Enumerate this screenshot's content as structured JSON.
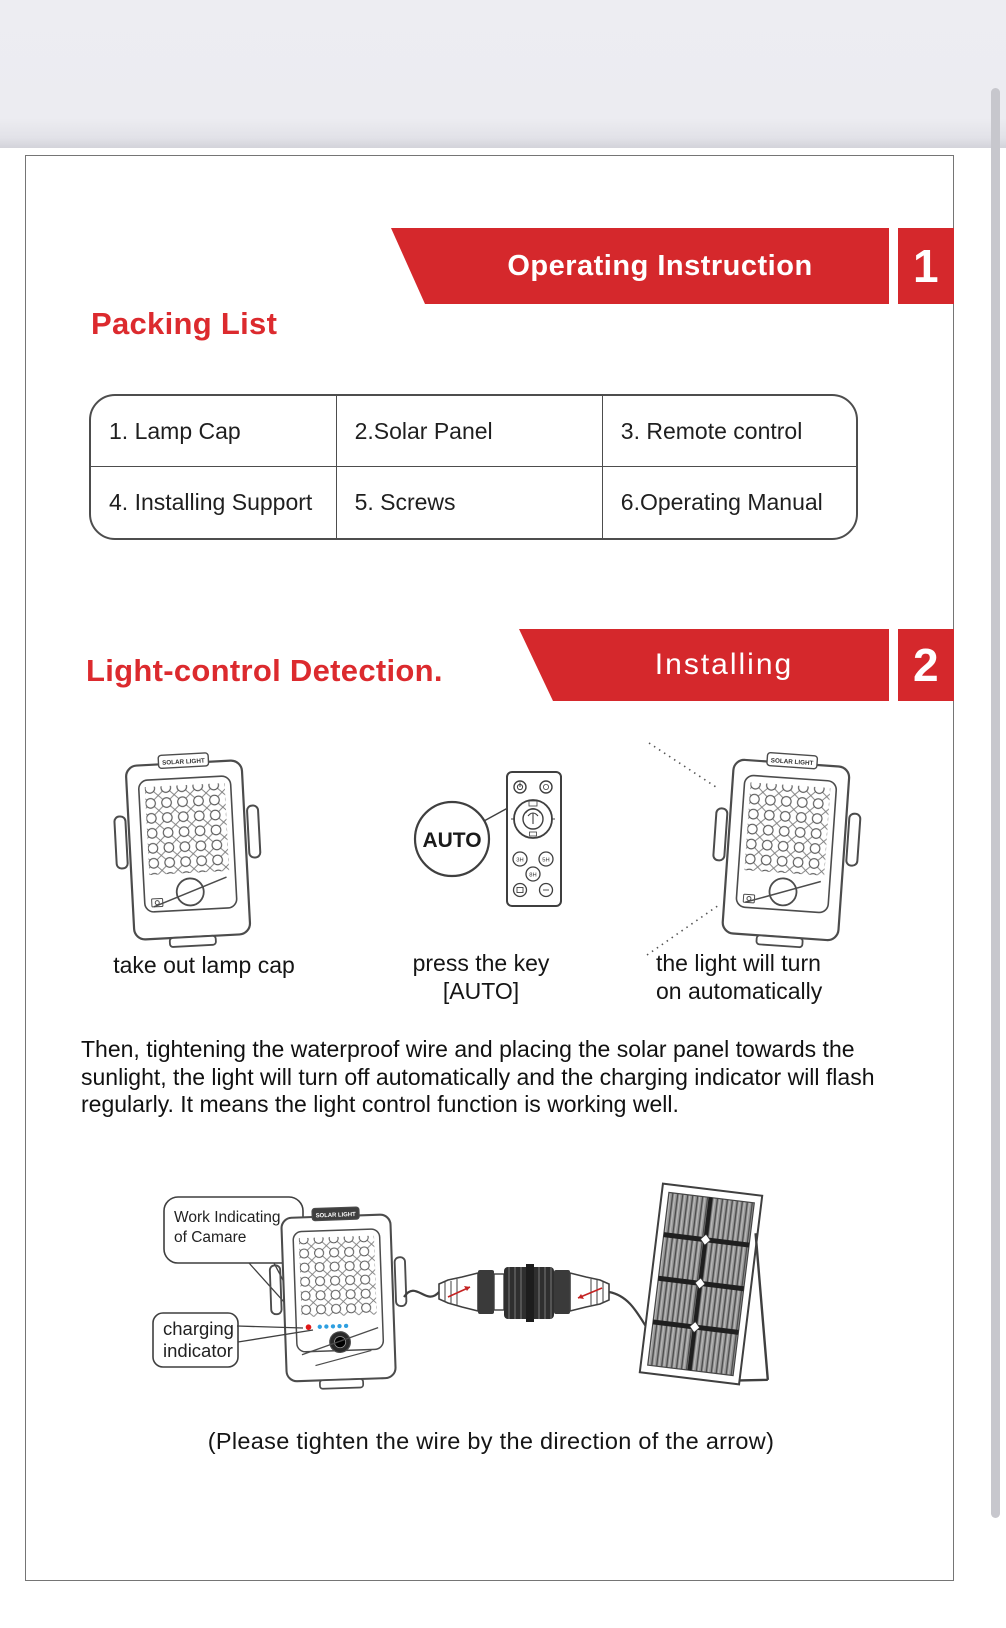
{
  "colors": {
    "accent_red": "#d5282c",
    "heading_red": "#dc2a2e",
    "chrome_bg": "#ececf1",
    "page_bg": "#ffffff",
    "indicator_red": "#e01818",
    "indicator_blue": "#2e9fe0"
  },
  "sections": {
    "s1": {
      "banner": "Operating Instruction",
      "number": "1"
    },
    "s2": {
      "banner": "Installing",
      "number": "2"
    }
  },
  "packing": {
    "title": "Packing List",
    "items": [
      "1. Lamp Cap",
      "2.Solar Panel",
      "3. Remote control",
      "4. Installing Support",
      "5. Screws",
      "6.Operating  Manual"
    ]
  },
  "heading2": "Light-control Detection.",
  "steps": {
    "cap1": "take out lamp cap",
    "cap2a": "press the key",
    "cap2b": "[AUTO]",
    "cap3a": "the light will turn",
    "cap3b": "on automatically"
  },
  "paragraph": "Then, tightening the waterproof wire and placing the solar panel towards the sunlight, the light will turn off automatically and the charging indicator will flash regularly. It means the light control function is working well.",
  "diagram": {
    "callout_camera_l1": "Work Indicating",
    "callout_camera_l2": "of Camare",
    "callout_charging_l1": "charging",
    "callout_charging_l2": "indicator",
    "note": "(Please tighten the wire by the direction of the arrow)"
  },
  "lamp_label": "SOLAR LIGHT",
  "remote": {
    "auto_label": "AUTO",
    "buttons": [
      "3H",
      "5H",
      "8H"
    ]
  }
}
